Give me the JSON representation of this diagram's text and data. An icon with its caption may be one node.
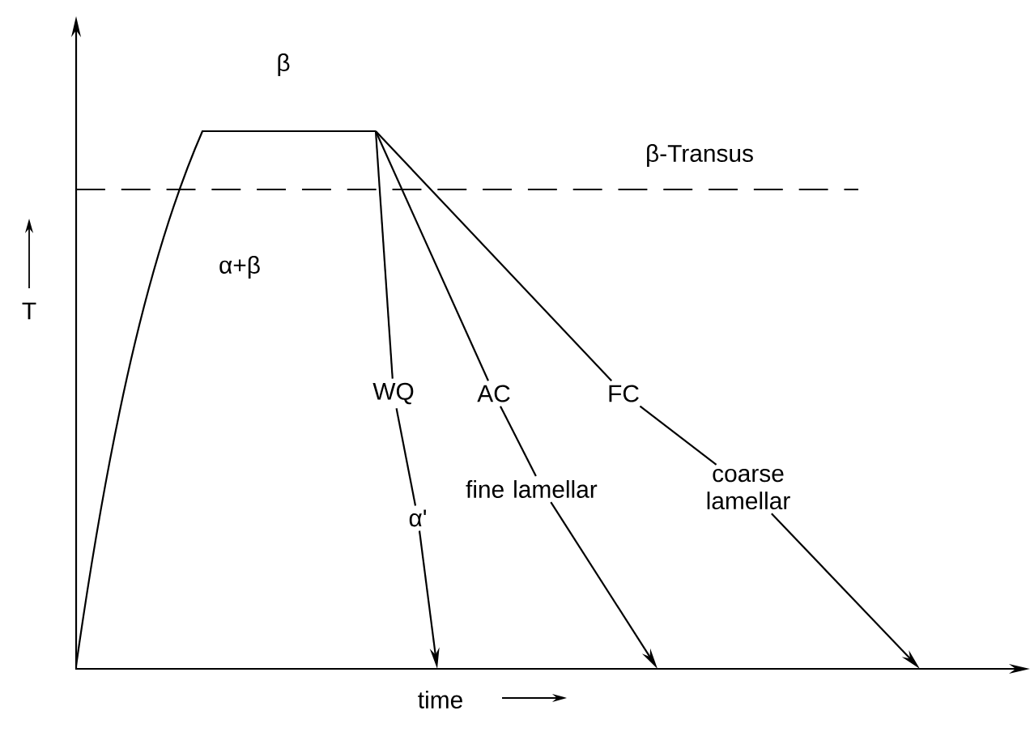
{
  "diagram": {
    "nodes": [
      {
        "text": [
          "WQ"
        ]
      },
      {
        "text": [
          "α'"
        ]
      },
      {
        "text": [
          "AC"
        ]
      },
      {
        "text": [
          "fine lamellar"
        ]
      },
      {
        "text": [
          "FC"
        ]
      },
      {
        "text": [
          "coarse lamellar"
        ]
      }
    ],
    "edges": [
      {
        "from": null,
        "to": 0,
        "arrow": "none"
      },
      {
        "from": 0,
        "to": 1,
        "arrow": "none"
      },
      {
        "from": 1,
        "to": null,
        "arrow": "to"
      },
      {
        "from": null,
        "to": 2,
        "arrow": "none"
      },
      {
        "from": 2,
        "to": 3,
        "arrow": "none"
      },
      {
        "from": 3,
        "to": null,
        "arrow": "to"
      },
      {
        "from": null,
        "to": 4,
        "arrow": "none"
      },
      {
        "from": 4,
        "to": 5,
        "arrow": "none"
      },
      {
        "from": 5,
        "to": null,
        "arrow": "to"
      }
    ],
    "labels": [
      "β",
      "β-Transus",
      "α+β",
      "T",
      "time"
    ]
  }
}
